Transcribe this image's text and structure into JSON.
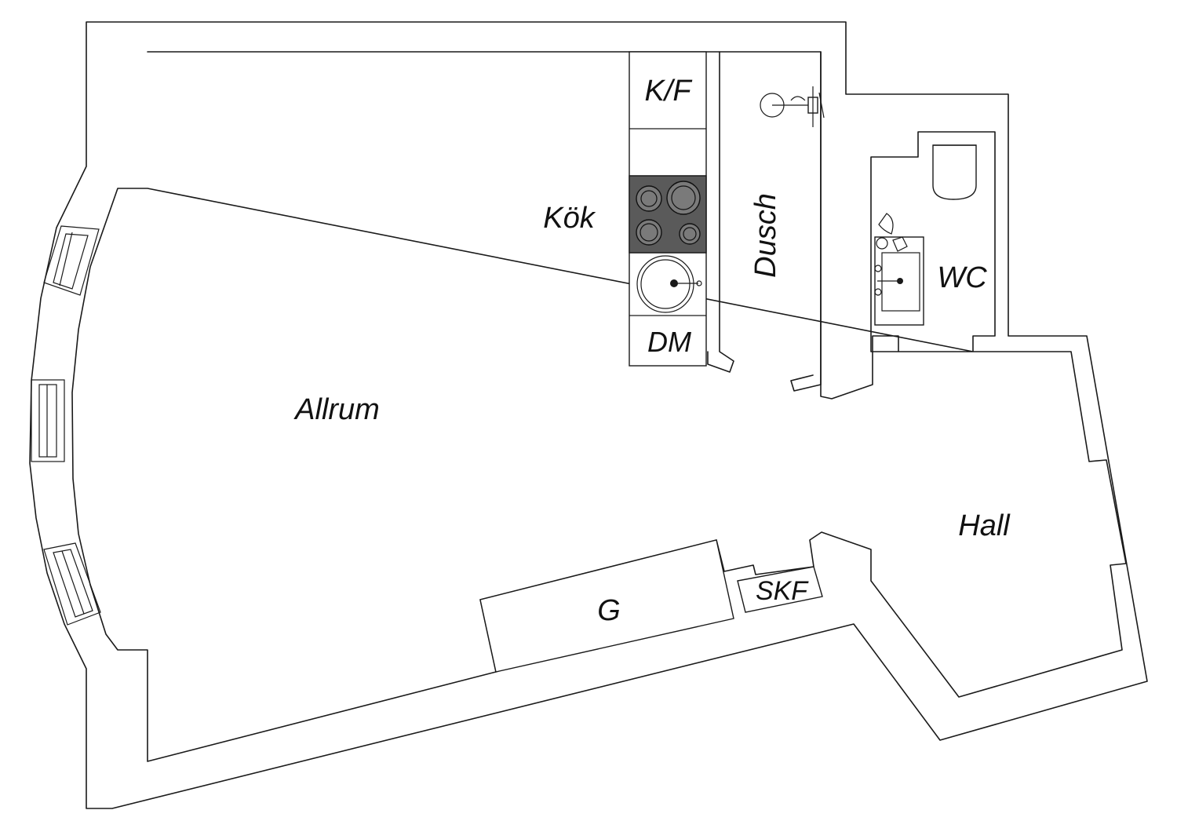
{
  "rooms": {
    "allrum": "Allrum",
    "kok": "Kök",
    "dusch": "Dusch",
    "wc": "WC",
    "hall": "Hall"
  },
  "fixtures": {
    "kf": "K/F",
    "dm": "DM",
    "g": "G",
    "skf": "SKF"
  },
  "colors": {
    "wall": "#1a1a1a",
    "hob": "#5a5a5a",
    "burner": "#7a7a7a"
  }
}
